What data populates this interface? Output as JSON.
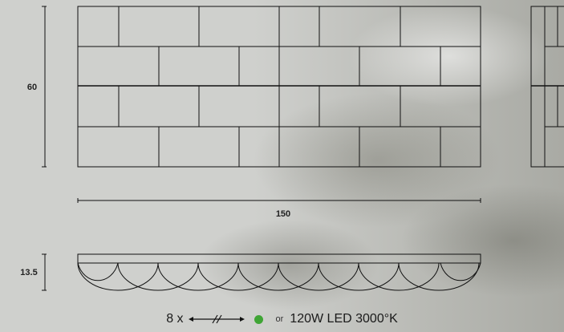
{
  "dimensions": {
    "height": "60",
    "width": "150",
    "depth": "13.5"
  },
  "legend": {
    "count": "8 x",
    "or_text": "or",
    "spec": "120W LED 3000°K",
    "cable_icon": "cable-break-icon",
    "bulb_icon": "led-bulb-icon",
    "bulb_color": "#3fa535"
  },
  "colors": {
    "line": "#111111"
  }
}
